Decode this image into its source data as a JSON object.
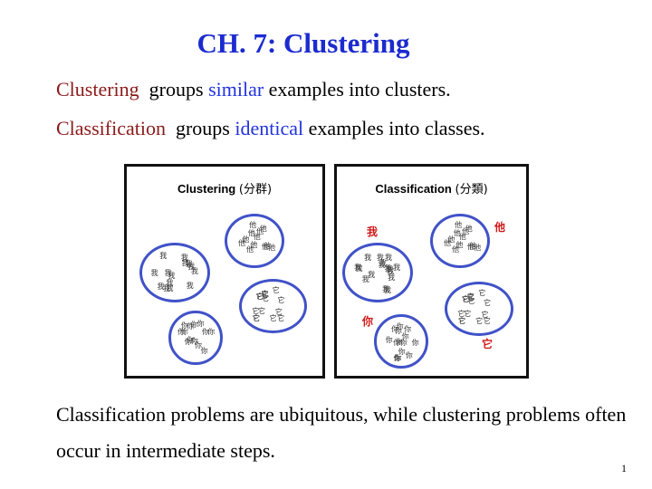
{
  "slide": {
    "title": "CH. 7: Clustering",
    "line1": {
      "term": "Clustering",
      "pre": "groups ",
      "highlight": "similar",
      "post": " examples into clusters."
    },
    "line2": {
      "term": "Classification",
      "pre": "groups ",
      "highlight": "identical",
      "post": " examples into classes."
    },
    "paragraph": "Classification problems are ubiquitous, while clustering problems often occur in intermediate steps.",
    "page_number": "1"
  },
  "figure": {
    "left_panel": {
      "title": "Clustering",
      "title_cn": "(分群)"
    },
    "right_panel": {
      "title": "Classification",
      "title_cn": "(分類)"
    },
    "glyphs": {
      "wo": "我",
      "ni": "你",
      "ta": "他",
      "tuo": "它"
    },
    "class_labels": [
      "我",
      "他",
      "你",
      "它"
    ],
    "colors": {
      "title_blue": "#1c2bd0",
      "term_red": "#8b1a1a",
      "highlight_blue": "#2233dd",
      "cluster_ring": "#4052c8",
      "label_red": "#d01818"
    }
  }
}
